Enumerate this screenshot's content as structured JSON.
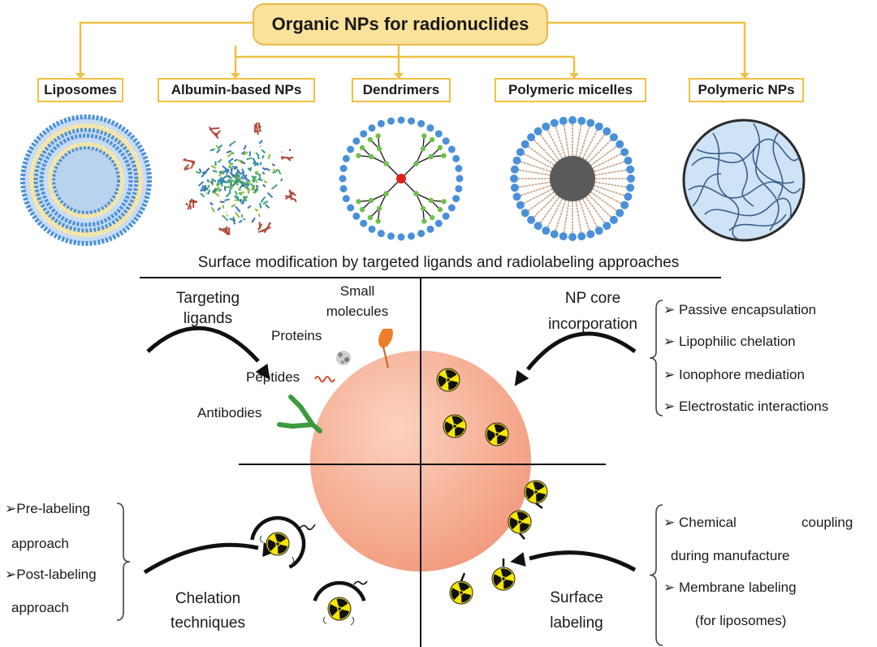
{
  "title": "Organic NPs for radionuclides",
  "categories": [
    {
      "label": "Liposomes"
    },
    {
      "label": "Albumin-based NPs"
    },
    {
      "label": "Dendrimers"
    },
    {
      "label": "Polymeric micelles"
    },
    {
      "label": "Polymeric NPs"
    }
  ],
  "section_title": "Surface modification by targeted ligands and radiolabeling approaches",
  "quadrants": {
    "top_left": {
      "heading_line1": "Targeting",
      "heading_line2": "ligands",
      "small_molecules_line1": "Small",
      "small_molecules_line2": "molecules",
      "proteins": "Proteins",
      "peptides": "Peptides",
      "antibodies": "Antibodies"
    },
    "top_right": {
      "heading_line1": "NP core",
      "heading_line2": "incorporation",
      "items": [
        "Passive encapsulation",
        "Lipophilic chelation",
        "Ionophore mediation",
        "Electrostatic interactions"
      ]
    },
    "bottom_left": {
      "heading_line1": "Chelation",
      "heading_line2": "techniques",
      "items": [
        "Pre-labeling",
        "approach",
        "Post-labeling",
        "approach"
      ]
    },
    "bottom_right": {
      "heading_line1": "Surface",
      "heading_line2": "labeling",
      "items": [
        "Chemical",
        "coupling",
        "during manufacture",
        "Membrane labeling",
        "(for liposomes)"
      ]
    }
  },
  "colors": {
    "title_fill": "#fbe29a",
    "connector": "#f0c040",
    "nanoparticle": "#f7a98a",
    "radiation_yellow": "#f5e600",
    "lipid_head": "#4a90d9",
    "dendrimer_node": "#6fbf4a"
  }
}
